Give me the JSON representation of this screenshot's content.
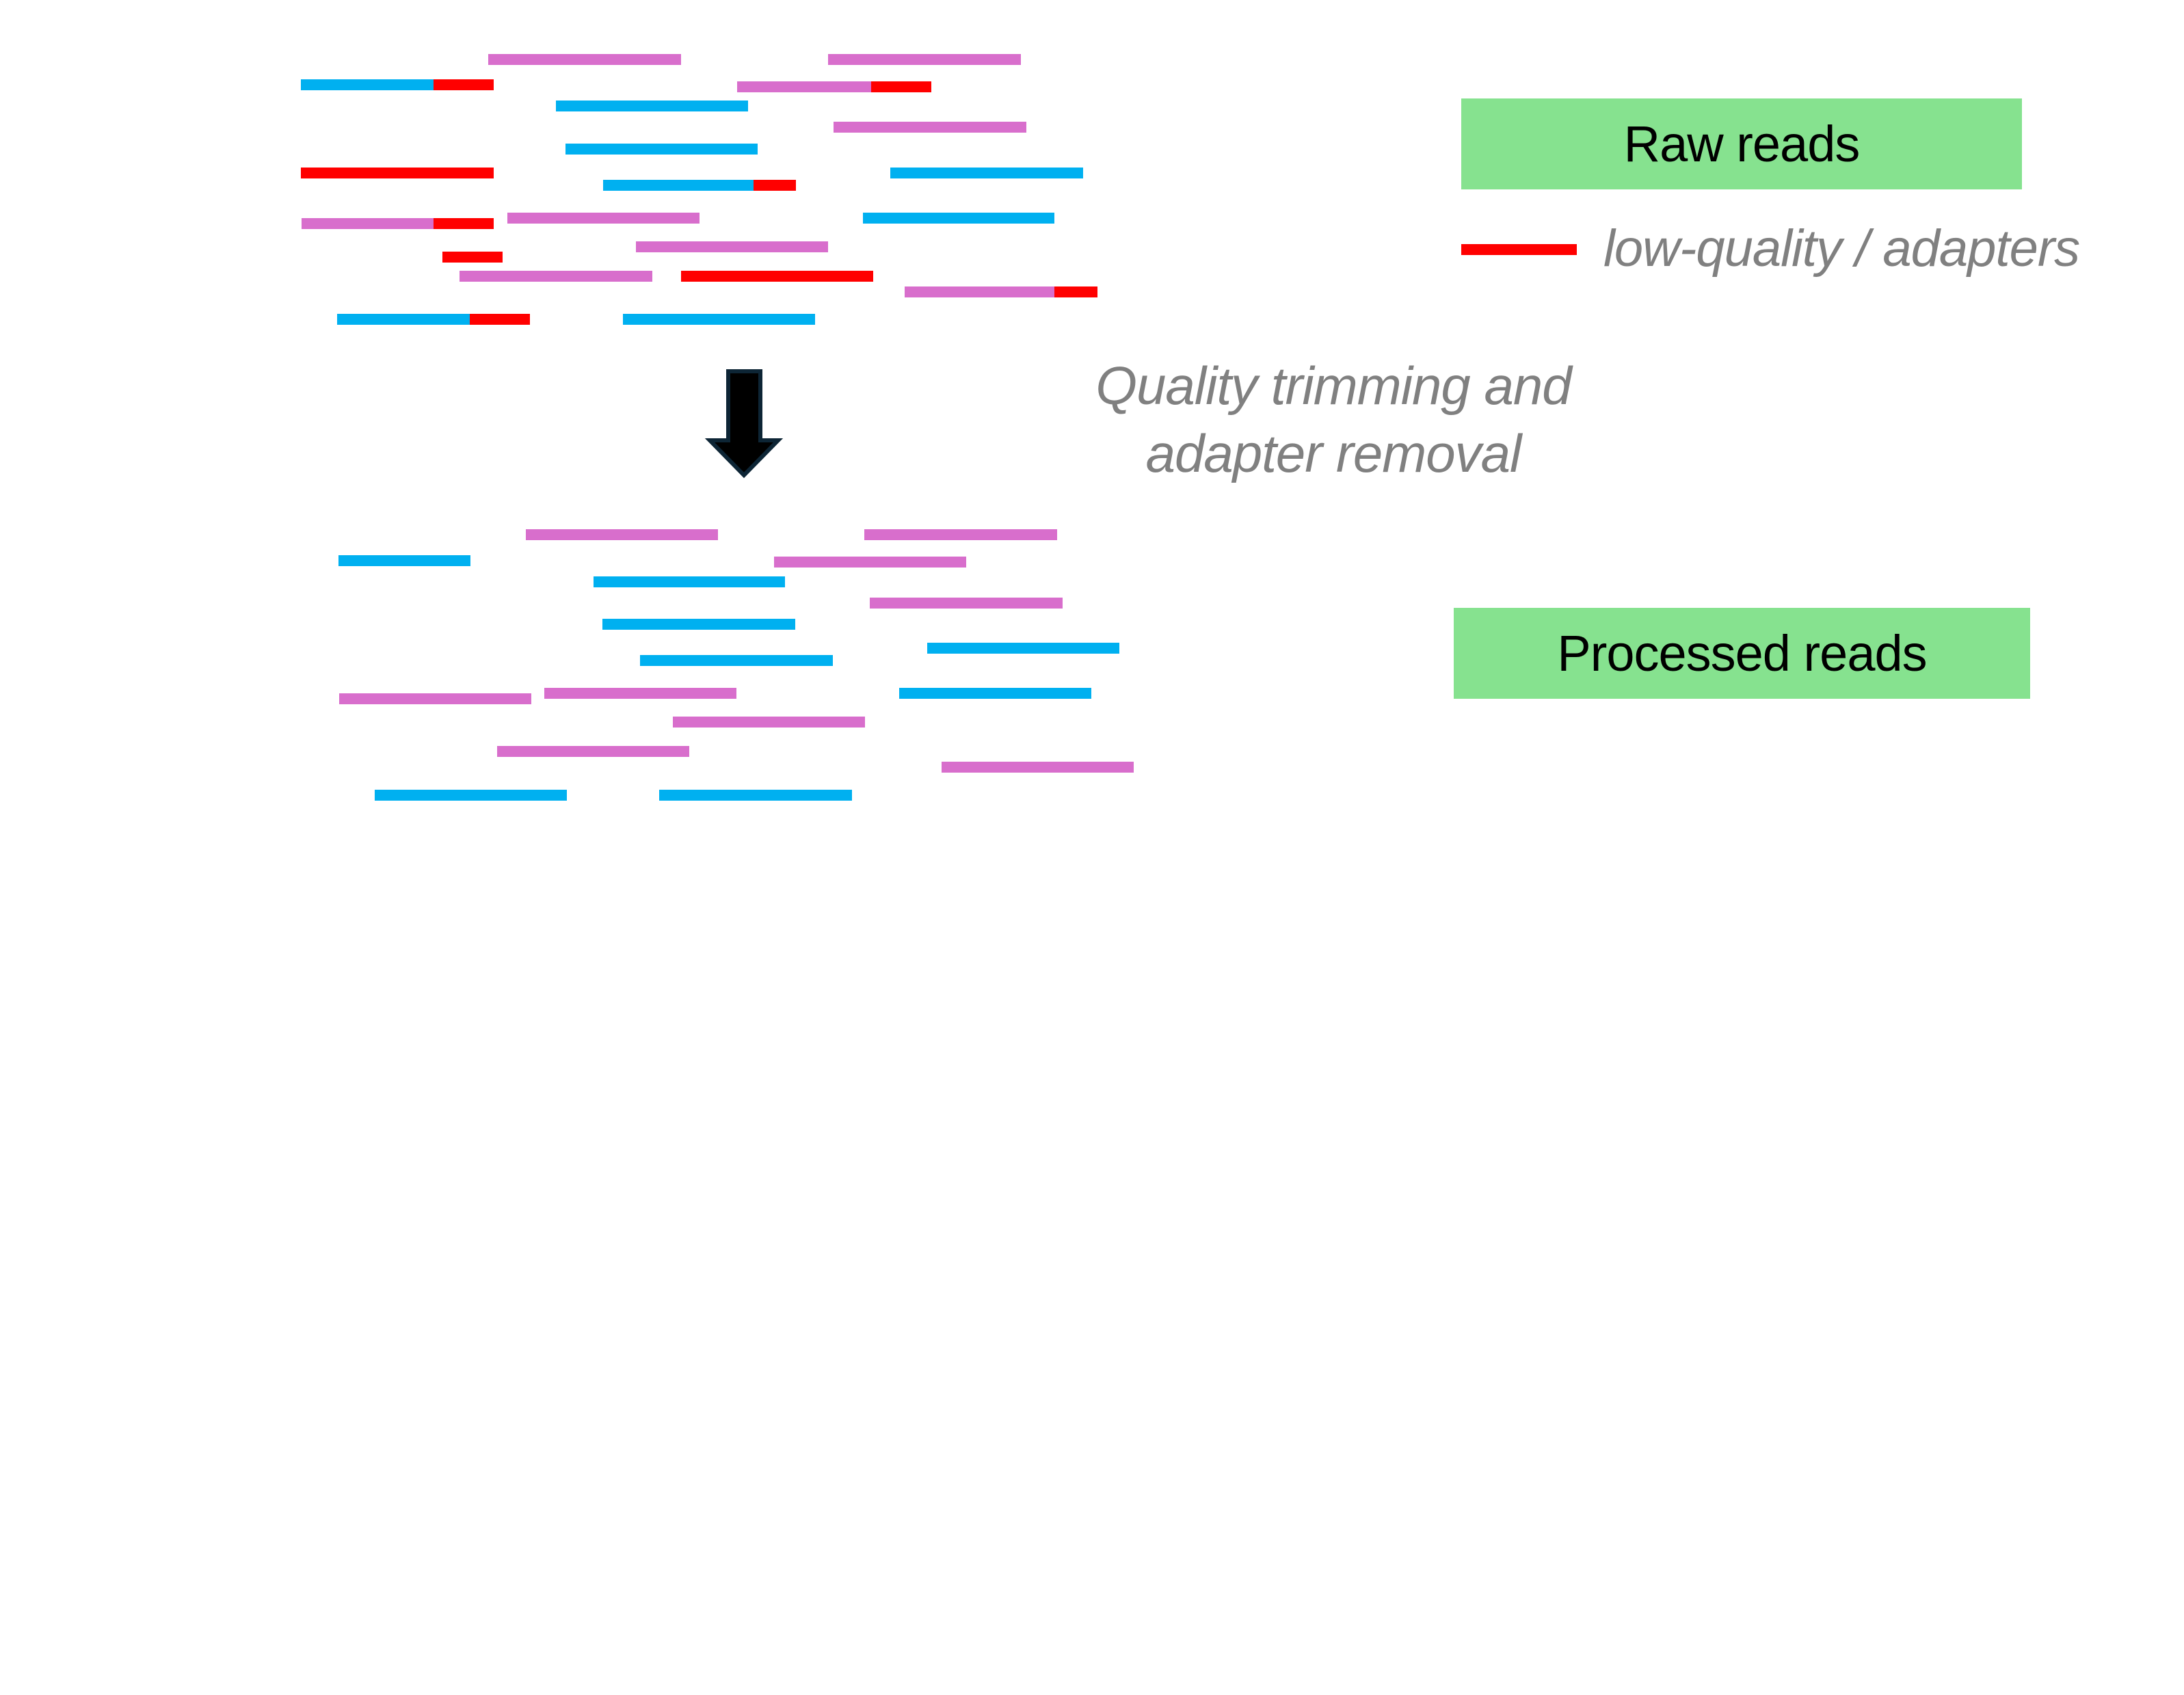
{
  "colors": {
    "forward_read": "#00b0f0",
    "reverse_read": "#d86ecc",
    "low_quality": "#ff0000",
    "label_box": "#86e28f",
    "annotation_text": "#808080",
    "arrow_fill": "#000000",
    "arrow_stroke": "#0d2535"
  },
  "labels": {
    "raw_reads": "Raw reads",
    "processed_reads": "Processed reads"
  },
  "legend": {
    "low_quality_label": "low-quality / adapters"
  },
  "step": {
    "line1": "Quality trimming and",
    "line2": "adapter removal"
  },
  "raw_reads": [
    {
      "strand": "reverse",
      "segments": [
        "read"
      ]
    },
    {
      "strand": "reverse",
      "segments": [
        "read"
      ]
    },
    {
      "strand": "forward",
      "segments": [
        "read",
        "low_quality"
      ]
    },
    {
      "strand": "reverse",
      "segments": [
        "read",
        "low_quality"
      ]
    },
    {
      "strand": "forward",
      "segments": [
        "read"
      ]
    },
    {
      "strand": "reverse",
      "segments": [
        "read"
      ]
    },
    {
      "strand": "forward",
      "segments": [
        "read"
      ]
    },
    {
      "strand": "none",
      "segments": [
        "low_quality"
      ]
    },
    {
      "strand": "forward",
      "segments": [
        "read"
      ]
    },
    {
      "strand": "forward",
      "segments": [
        "read",
        "low_quality"
      ]
    },
    {
      "strand": "reverse",
      "segments": [
        "read"
      ]
    },
    {
      "strand": "forward",
      "segments": [
        "read"
      ]
    },
    {
      "strand": "reverse",
      "segments": [
        "read",
        "low_quality"
      ]
    },
    {
      "strand": "reverse",
      "segments": [
        "read"
      ]
    },
    {
      "strand": "none",
      "segments": [
        "low_quality"
      ]
    },
    {
      "strand": "reverse",
      "segments": [
        "read"
      ]
    },
    {
      "strand": "none",
      "segments": [
        "low_quality"
      ]
    },
    {
      "strand": "reverse",
      "segments": [
        "read",
        "low_quality"
      ]
    },
    {
      "strand": "forward",
      "segments": [
        "read",
        "low_quality"
      ]
    },
    {
      "strand": "forward",
      "segments": [
        "read"
      ]
    }
  ],
  "processed_reads": [
    {
      "strand": "reverse"
    },
    {
      "strand": "reverse"
    },
    {
      "strand": "forward"
    },
    {
      "strand": "reverse"
    },
    {
      "strand": "forward"
    },
    {
      "strand": "reverse"
    },
    {
      "strand": "forward"
    },
    {
      "strand": "forward"
    },
    {
      "strand": "forward"
    },
    {
      "strand": "reverse"
    },
    {
      "strand": "forward"
    },
    {
      "strand": "reverse"
    },
    {
      "strand": "reverse"
    },
    {
      "strand": "reverse"
    },
    {
      "strand": "reverse"
    },
    {
      "strand": "forward"
    },
    {
      "strand": "forward"
    }
  ]
}
